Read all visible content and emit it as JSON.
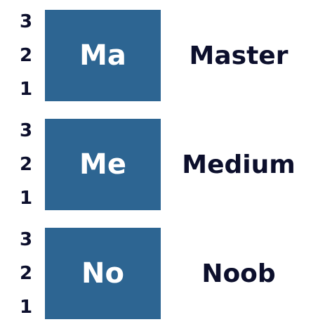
{
  "levels": [
    {
      "sublevels": [
        "3",
        "2",
        "1"
      ],
      "abbr": "Ma",
      "name": "Master"
    },
    {
      "sublevels": [
        "3",
        "2",
        "1"
      ],
      "abbr": "Me",
      "name": "Medium"
    },
    {
      "sublevels": [
        "3",
        "2",
        "1"
      ],
      "abbr": "No",
      "name": "Noob"
    }
  ],
  "colors": {
    "tile_background": "#2d6592",
    "tile_text": "#ffffff",
    "label_text": "#0c0f2c",
    "page_background": "#ffffff"
  }
}
